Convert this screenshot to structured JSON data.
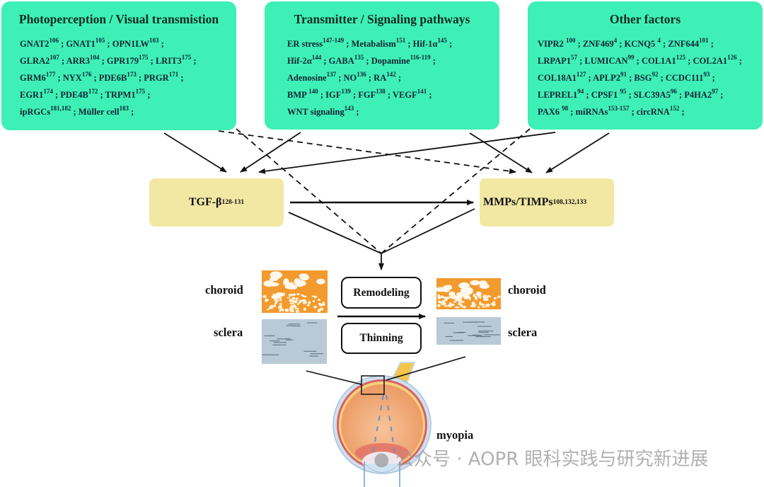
{
  "boxes": [
    {
      "title": "Photoperception / Visual transmistion",
      "lines": [
        [
          [
            "GNAT2",
            "106"
          ],
          [
            "GNAT1",
            "105"
          ],
          [
            "OPN1LW",
            "103"
          ]
        ],
        [
          [
            "GLRA2",
            "107"
          ],
          [
            "ARR3",
            "104"
          ],
          [
            "GPR179",
            "175"
          ],
          [
            "LRIT3",
            "175"
          ]
        ],
        [
          [
            "GRM6",
            "177"
          ],
          [
            "NYX",
            "176"
          ],
          [
            "PDE6B",
            "173"
          ],
          [
            "PRGR",
            "171"
          ]
        ],
        [
          [
            "EGR1",
            "174"
          ],
          [
            "PDE4B",
            "172"
          ],
          [
            "TRPM1",
            "175"
          ]
        ],
        [
          [
            "ipRGCs",
            "181,182"
          ],
          [
            "Müller cell",
            "183"
          ]
        ]
      ]
    },
    {
      "title": "Transmitter / Signaling pathways",
      "lines": [
        [
          [
            "ER stress",
            "147-149"
          ],
          [
            "Metabalism",
            "151"
          ],
          [
            "Hif-1α",
            "145"
          ]
        ],
        [
          [
            "Hif-2α",
            "144"
          ],
          [
            "GABA",
            "135"
          ],
          [
            "Dopamine",
            "116-119"
          ]
        ],
        [
          [
            "Adenosine",
            "137"
          ],
          [
            "NO",
            "136"
          ],
          [
            "RA",
            "142"
          ]
        ],
        [
          [
            "BMP ",
            "140"
          ],
          [
            "IGF",
            "139"
          ],
          [
            "FGF",
            "138"
          ],
          [
            "VEGF",
            "141"
          ]
        ],
        [
          [
            "WNT signaling",
            "143"
          ]
        ]
      ]
    },
    {
      "title": "Other factors",
      "lines": [
        [
          [
            "VIPR2 ",
            "100"
          ],
          [
            "ZNF469",
            "4"
          ],
          [
            "KCNQ5 ",
            "4"
          ],
          [
            "ZNF644",
            "101"
          ]
        ],
        [
          [
            "LRPAP1",
            "57"
          ],
          [
            "LUMICAN",
            "99"
          ],
          [
            "COL1A1",
            "125"
          ],
          [
            "COL2A1",
            "126"
          ]
        ],
        [
          [
            "COL18A1",
            "127"
          ],
          [
            "APLP2",
            "91"
          ],
          [
            "BSG",
            "92"
          ],
          [
            "CCDC111",
            "93"
          ]
        ],
        [
          [
            "LEPREL1",
            "94"
          ],
          [
            "CPSF1 ",
            "95"
          ],
          [
            "SLC39A5",
            "96"
          ],
          [
            "P4HA2",
            "97"
          ]
        ],
        [
          [
            "PAX6 ",
            "98"
          ],
          [
            "miRNAs",
            "153-157"
          ],
          [
            "circRNA",
            "152"
          ]
        ]
      ]
    }
  ],
  "mediators": {
    "tgf": {
      "name": "TGF-β",
      "ref": "128-131"
    },
    "mmp": {
      "name": "MMPs/TIMPs",
      "ref": "108,132,133"
    }
  },
  "process": {
    "remodeling": "Remodeling",
    "thinning": "Thinning"
  },
  "labels": {
    "choroid_left": "choroid",
    "sclera_left": "sclera",
    "choroid_right": "choroid",
    "sclera_right": "sclera",
    "myopia": "myopia"
  },
  "watermark": "公众号 · AOPR 眼科实践与研究新进展",
  "colors": {
    "factor_box": "#3ef0b6",
    "mediator_box": "#f2e8a4",
    "choroid": "#f39a2e",
    "sclera": "#b9c9d6"
  }
}
